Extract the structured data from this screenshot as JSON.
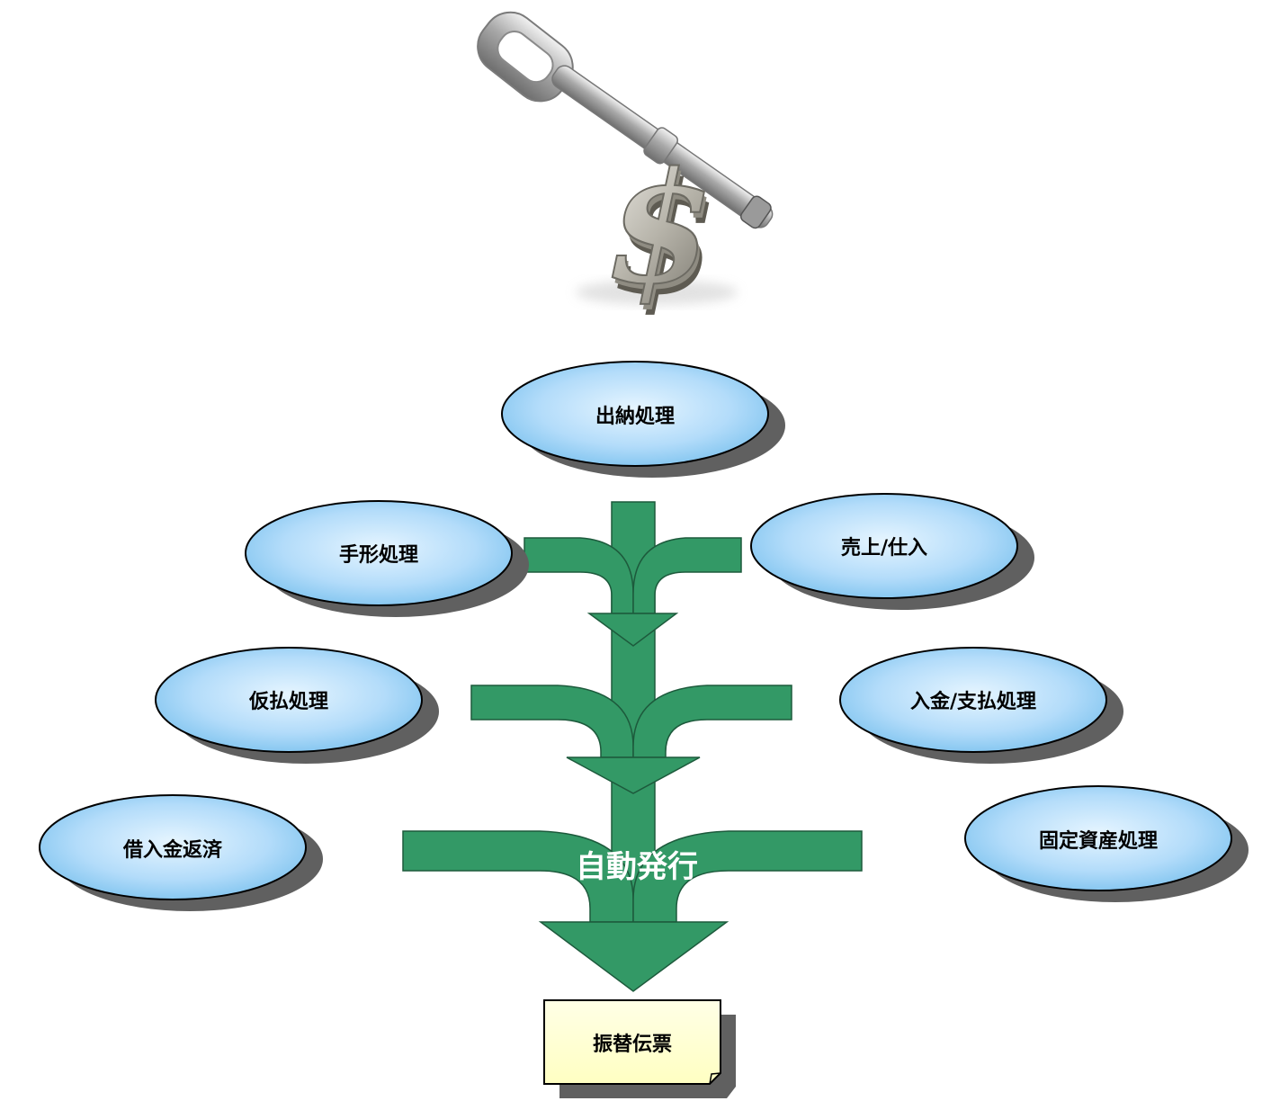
{
  "diagram": {
    "nodes": {
      "cash": "出納処理",
      "notes": "手形処理",
      "sales_purchase": "売上/仕入",
      "advance": "仮払処理",
      "receipt_payment": "入金/支払処理",
      "loan": "借入金返済",
      "fixed_assets": "固定資産処理"
    },
    "center_label": "自動発行",
    "output_label": "振替伝票"
  },
  "colors": {
    "arrow_fill": "#339966",
    "ellipse_fill_center": "#dff1ff",
    "ellipse_fill_edge": "#7ec3f0",
    "shadow": "#606060",
    "note_fill": "#ffffcc"
  },
  "icons": {
    "hero": "dollar-key-icon"
  }
}
